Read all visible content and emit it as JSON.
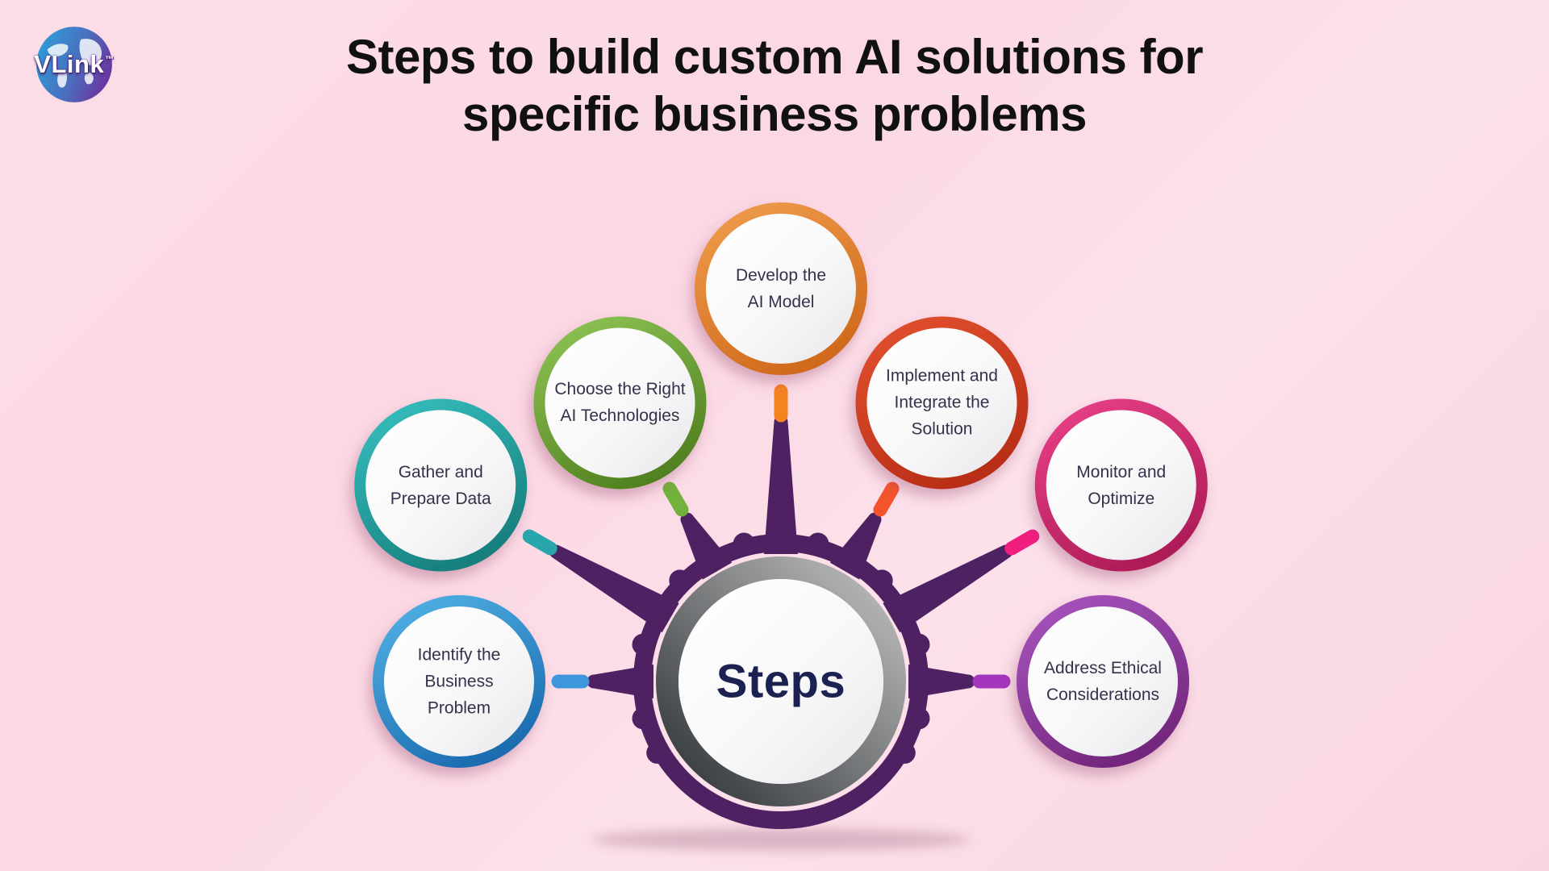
{
  "title": {
    "text": "Steps to build custom AI solutions for\nspecific business problems"
  },
  "logo": {
    "brand": "VLink",
    "trademark": "™"
  },
  "hub": {
    "label": "Steps"
  },
  "colors": {
    "background": "#FBD9E4",
    "title_text": "#111111",
    "hub_blob": "#4E2163",
    "hub_gray_ring": [
      "#B3B3B3",
      "#3C4043"
    ],
    "inner_circle": [
      "#FFFFFF",
      "#E7E7EA"
    ],
    "hub_label_text": "#1B2150",
    "node_label_text": "#32334B"
  },
  "nodes": [
    {
      "id": "identify-business-problem",
      "label": "Identify the\nBusiness\nProblem",
      "ring": [
        "#4FAFE2",
        "#1767AC"
      ],
      "dash": "#3E97DC",
      "angle_deg": 180,
      "distance": "near"
    },
    {
      "id": "gather-prepare-data",
      "label": "Gather and\nPrepare Data",
      "ring": [
        "#35BCBC",
        "#157A78"
      ],
      "dash": "#29A5AC",
      "angle_deg": 150,
      "distance": "far"
    },
    {
      "id": "choose-right-ai-technologies",
      "label": "Choose the Right\nAI Technologies",
      "ring": [
        "#8CC153",
        "#4C7C1C"
      ],
      "dash": "#72B13C",
      "angle_deg": 120,
      "distance": "near"
    },
    {
      "id": "develop-ai-model",
      "label": "Develop the\nAI Model",
      "ring": [
        "#EE9A4A",
        "#CD6618"
      ],
      "dash": "#F5831F",
      "angle_deg": 90,
      "distance": "far"
    },
    {
      "id": "implement-integrate-solution",
      "label": "Implement and\nIntegrate the\nSolution",
      "ring": [
        "#E04F2E",
        "#B52B14"
      ],
      "dash": "#F4542C",
      "angle_deg": 60,
      "distance": "near"
    },
    {
      "id": "monitor-optimize",
      "label": "Monitor and\nOptimize",
      "ring": [
        "#E63E85",
        "#A91A54"
      ],
      "dash": "#F01E7E",
      "angle_deg": 30,
      "distance": "far"
    },
    {
      "id": "address-ethical-considerations",
      "label": "Address Ethical\nConsiderations",
      "ring": [
        "#A553BC",
        "#702378"
      ],
      "dash": "#A436BE",
      "angle_deg": 0,
      "distance": "near"
    }
  ]
}
